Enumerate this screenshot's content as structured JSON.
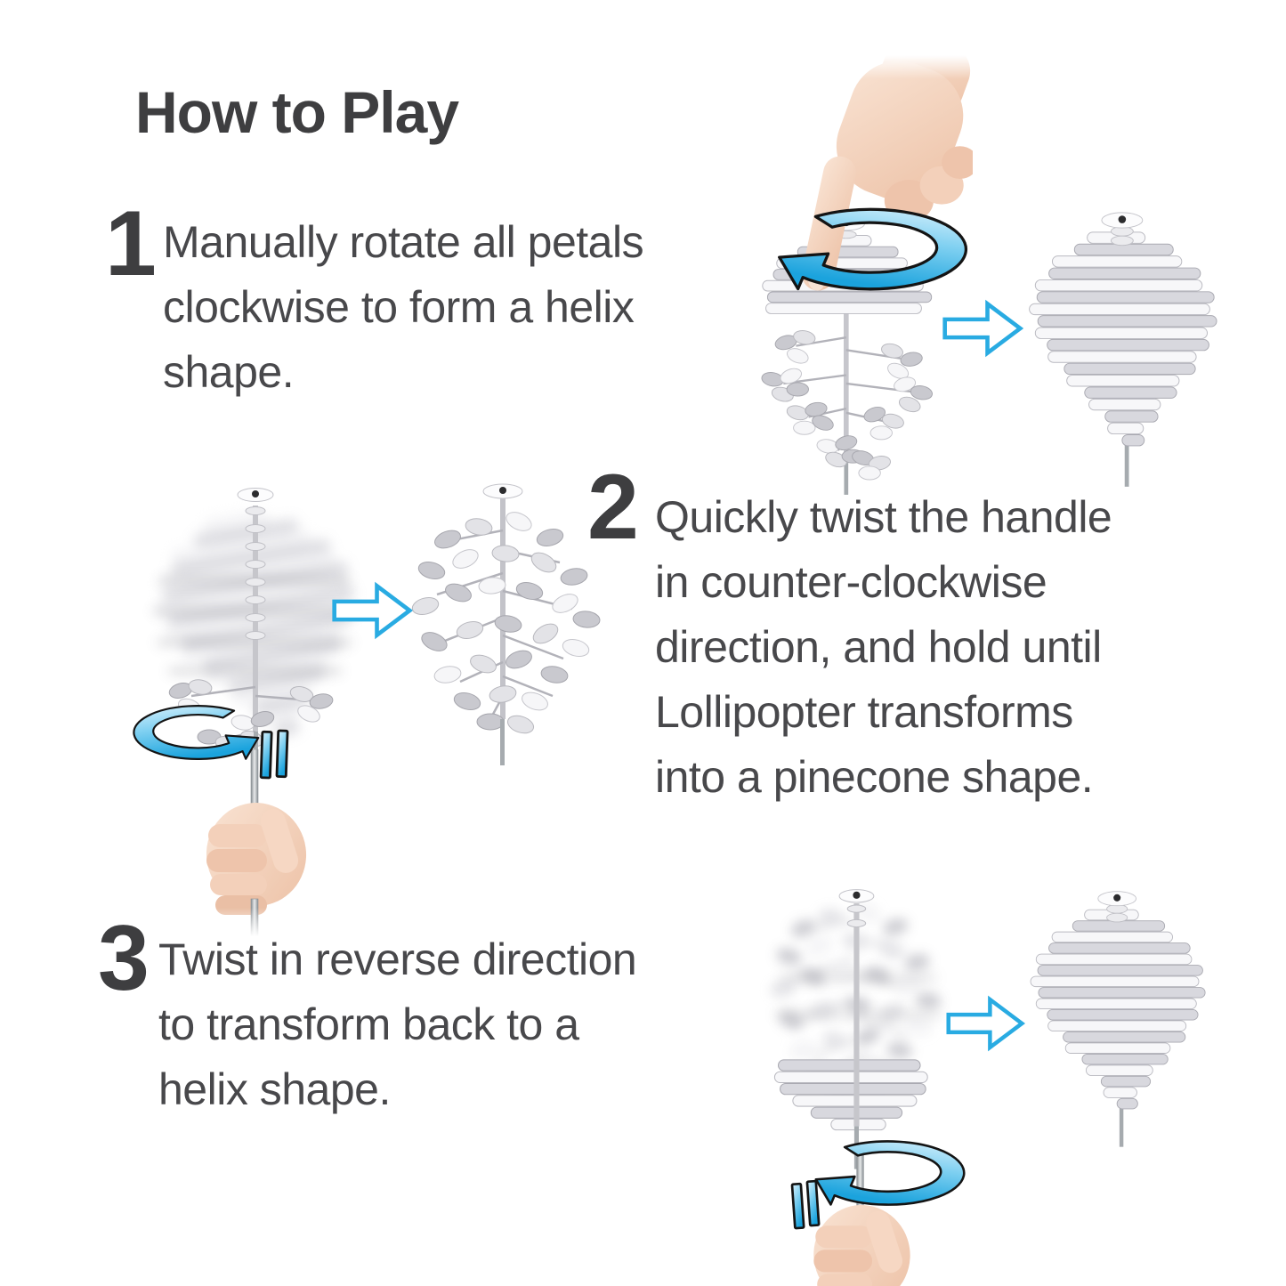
{
  "title": "How to Play",
  "colors": {
    "text": "#3E3E40",
    "accent_blue": "#29ABE2",
    "arrow_outline": "#141414",
    "toy_light": "#F7F7F9",
    "toy_dark": "#D8D8DE"
  },
  "steps": [
    {
      "number": "1",
      "lines": [
        "Manually rotate all petals",
        "clockwise to form a helix",
        "shape."
      ]
    },
    {
      "number": "2",
      "lines": [
        "Quickly twist the handle",
        "in counter-clockwise",
        "direction, and hold until",
        "Lollipopter transforms",
        "into a pinecone shape."
      ]
    },
    {
      "number": "3",
      "lines": [
        "Twist in reverse direction",
        "to transform back to a",
        "helix shape."
      ]
    }
  ],
  "icons": {
    "rotation_arrow": "rotation-arrow",
    "transform_arrow": "transform-right-arrow",
    "pause_marks": "pause-bars"
  }
}
